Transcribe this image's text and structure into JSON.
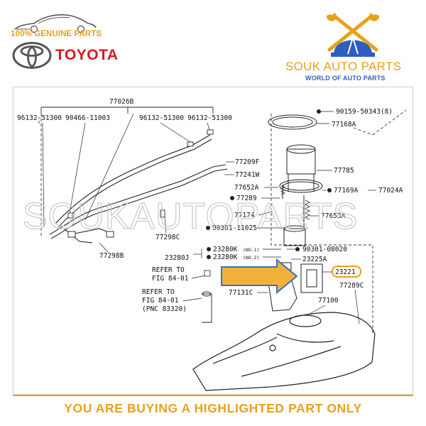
{
  "header": {
    "genuine_text": "100% GENUINE PARTS",
    "brand_text": "TOYOTA",
    "seller_name": "SOUK AUTO PARTS",
    "seller_tagline": "WORLD OF AUTO PARTS"
  },
  "watermark": "SOUKAUTOPARTS",
  "diagram": {
    "labels": {
      "p77026b": "77026B",
      "p96132_a": "96132-51300",
      "p90466": "90466-11003",
      "p96132_b": "96132-51300",
      "p96132_c": "96132-51300",
      "p90159": "90159-50343(8)",
      "p77168a": "77168A",
      "p77209f": "77209F",
      "p77241w": "77241W",
      "p77785": "77785",
      "p77652a": "77652A",
      "p77169a": "77169A",
      "p77024a": "77024A",
      "p77289": "77289",
      "p77174": "77174",
      "p77653a": "77653A",
      "p90301_11025": "90301-11025",
      "p77298c": "77298C",
      "p77298b": "77298B",
      "p23280j": "23280J",
      "p23280k_1": "23280K",
      "p23280k_1_note": "(NO.1)",
      "p23280k_2": "23280K",
      "p23280k_2_note": "(NO.2)",
      "p90301_08020": "90301-08020",
      "p23225a": "23225A",
      "p23221": "23221",
      "p77289c": "77289C",
      "refer1_a": "REFER TO",
      "refer1_b": "FIG 84-01",
      "refer2_a": "REFER TO",
      "refer2_b": "FIG 84-01",
      "refer2_c": "(PNC 83320)",
      "p77131c": "77131C",
      "p77100": "77100"
    },
    "highlighted_part": "23221"
  },
  "footer": {
    "notice": "YOU ARE BUYING A HIGHLIGHTED PART ONLY"
  },
  "colors": {
    "gold": "#e8a21a",
    "toyota_red": "#d6191c",
    "blue": "#2d5ec0",
    "arrow_fill": "#f2b23a",
    "arrow_stroke": "#3a6fc4"
  }
}
